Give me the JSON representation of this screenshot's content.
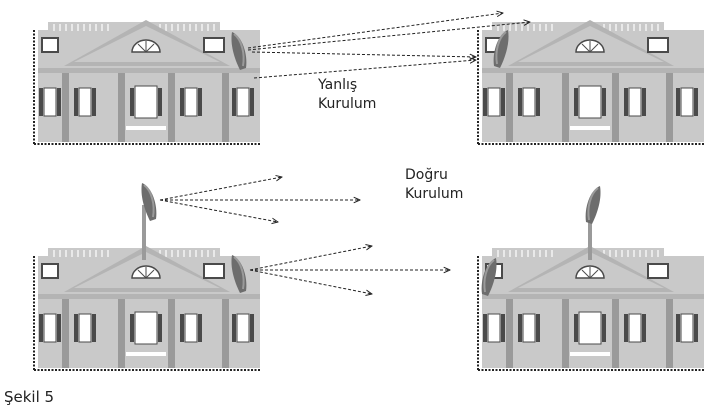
{
  "labels": {
    "wrong_line1": "Yanlış",
    "wrong_line2": "Kurulum",
    "right_line1": "Doğru",
    "right_line2": "Kurulum"
  },
  "caption": "Şekil 5",
  "colors": {
    "house": "#c9c9c9",
    "house_dark": "#b4b4b4",
    "window_dark": "#4a4a4a",
    "white": "#ffffff",
    "line": "#222222"
  }
}
